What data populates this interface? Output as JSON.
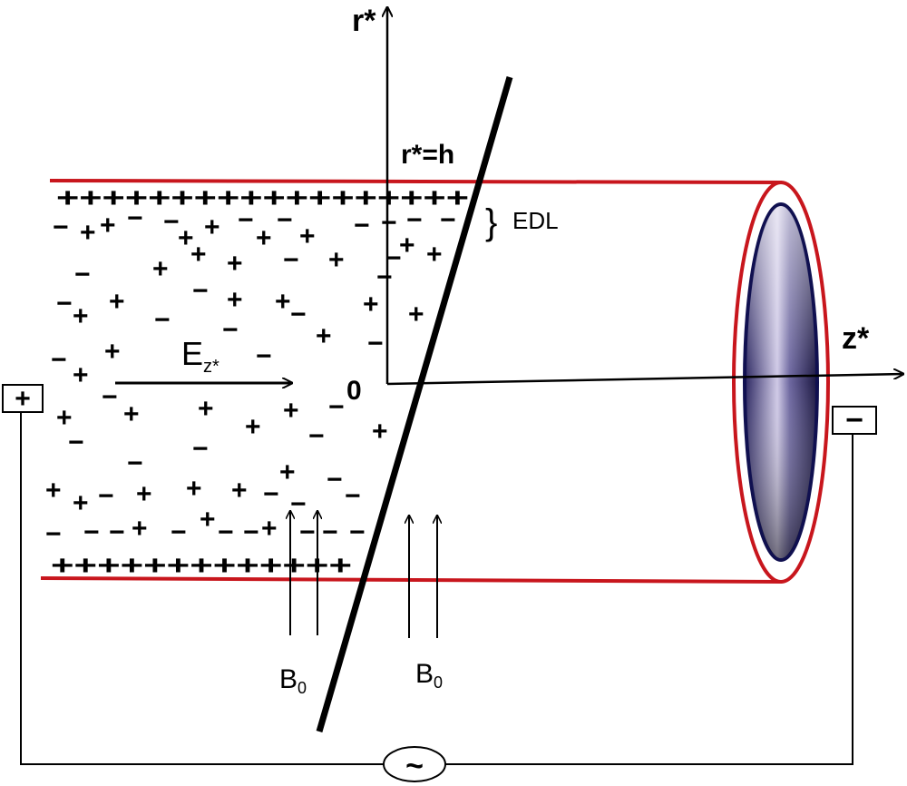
{
  "labels": {
    "r_axis": "r*",
    "z_axis": "z*",
    "origin": "0",
    "wall": "r*=h",
    "edl": "EDL",
    "brace": "}",
    "efield_main": "E",
    "efield_sub": "z*",
    "b_main": "B",
    "b_sub": "0",
    "plus_electrode": "+",
    "minus_electrode": "−",
    "ac_source": "~"
  },
  "charges": {
    "top_wall_row": "++++++++++++++++++",
    "bottom_wall_row": "+++++++++++++",
    "plus": "+",
    "minus": "−"
  },
  "colors": {
    "wall_red": "#c8161d",
    "disk_dark": "#1d1a4a",
    "disk_light": "#e8e4f2",
    "ink": "#000000"
  }
}
